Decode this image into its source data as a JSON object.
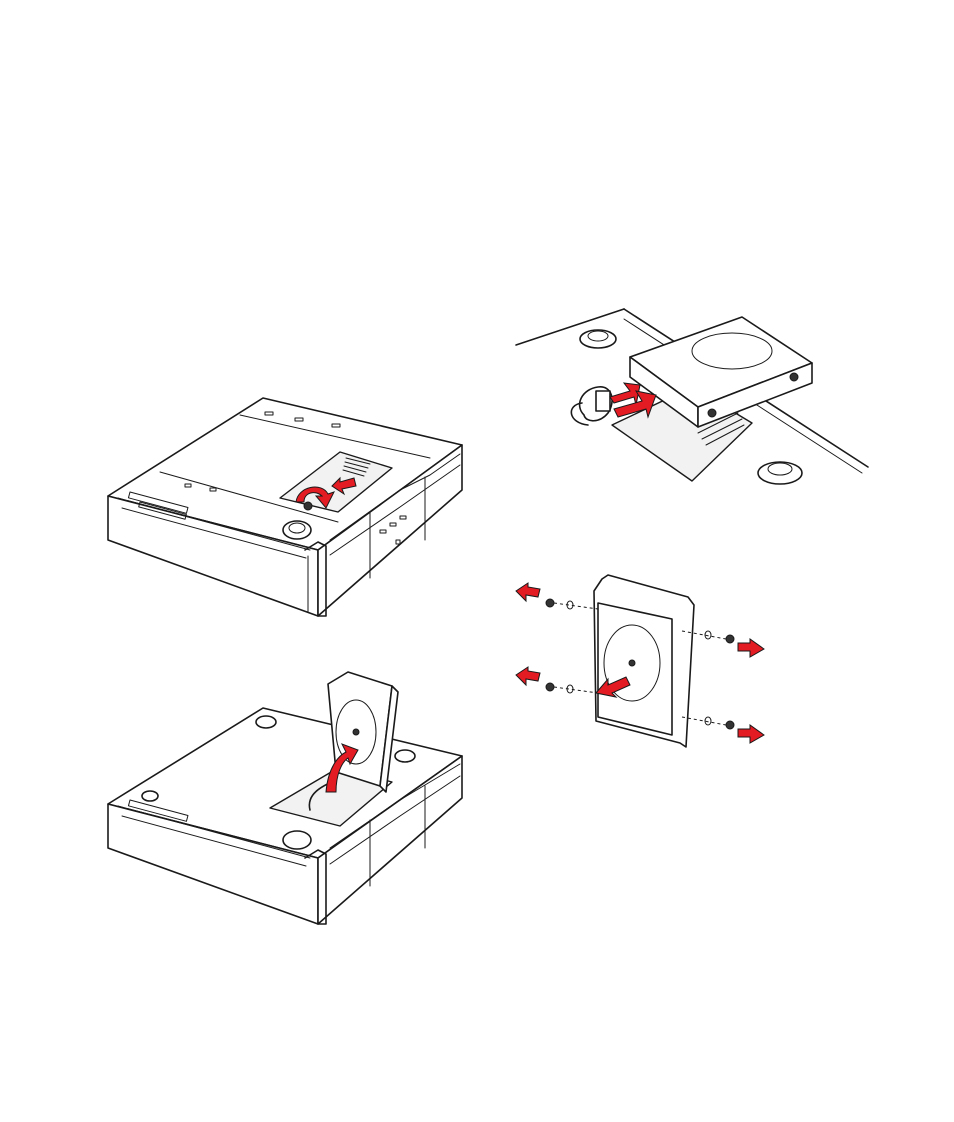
{
  "colors": {
    "accent": "#e31b23",
    "line": "#1a1a1a",
    "background": "#ffffff"
  },
  "figures": [
    {
      "name": "step-open-access-panel",
      "icons": [
        "rotate-arrow-icon",
        "slide-arrow-icon"
      ]
    },
    {
      "name": "step-disconnect-drive",
      "icons": [
        "pull-arrow-icon"
      ]
    },
    {
      "name": "step-lift-drive",
      "icons": [
        "lift-arrow-icon"
      ]
    },
    {
      "name": "step-remove-screws",
      "icons": [
        "screw-out-arrow-icon",
        "slide-out-arrow-icon"
      ]
    }
  ]
}
